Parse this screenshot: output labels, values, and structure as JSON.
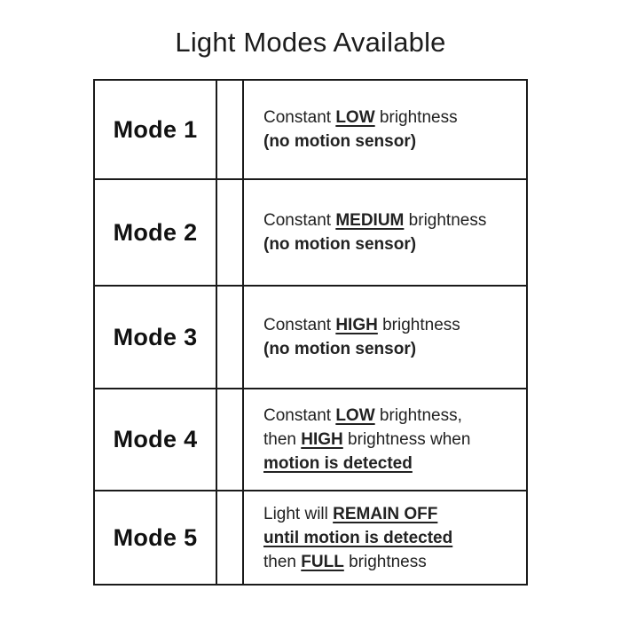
{
  "title": "Light Modes Available",
  "colors": {
    "border": "#1a1a1a",
    "text": "#1d1d1d",
    "background": "#ffffff"
  },
  "table": {
    "rows": [
      {
        "mode": "Mode 1",
        "lines": [
          {
            "parts": [
              {
                "text": "Constant ",
                "style": "regular"
              },
              {
                "text": "LOW",
                "style": "bold-underline"
              },
              {
                "text": " brightness",
                "style": "regular"
              }
            ]
          },
          {
            "parts": [
              {
                "text": "(no motion sensor)",
                "style": "bold"
              }
            ]
          }
        ]
      },
      {
        "mode": "Mode 2",
        "lines": [
          {
            "parts": [
              {
                "text": "Constant ",
                "style": "regular"
              },
              {
                "text": "MEDIUM",
                "style": "bold-underline"
              },
              {
                "text": " brightness",
                "style": "regular"
              }
            ]
          },
          {
            "parts": [
              {
                "text": "(no motion sensor)",
                "style": "bold"
              }
            ]
          }
        ]
      },
      {
        "mode": "Mode 3",
        "lines": [
          {
            "parts": [
              {
                "text": "Constant ",
                "style": "regular"
              },
              {
                "text": "HIGH",
                "style": "bold-underline"
              },
              {
                "text": " brightness",
                "style": "regular"
              }
            ]
          },
          {
            "parts": [
              {
                "text": "(no motion sensor)",
                "style": "bold"
              }
            ]
          }
        ]
      },
      {
        "mode": "Mode 4",
        "lines": [
          {
            "parts": [
              {
                "text": "Constant ",
                "style": "regular"
              },
              {
                "text": "LOW",
                "style": "bold-underline"
              },
              {
                "text": " brightness,",
                "style": "regular"
              }
            ]
          },
          {
            "parts": [
              {
                "text": "then ",
                "style": "regular"
              },
              {
                "text": "HIGH",
                "style": "bold-underline"
              },
              {
                "text": " brightness when",
                "style": "regular"
              }
            ]
          },
          {
            "parts": [
              {
                "text": "motion is detected",
                "style": "bold-underline"
              }
            ]
          }
        ]
      },
      {
        "mode": "Mode 5",
        "lines": [
          {
            "parts": [
              {
                "text": "Light will ",
                "style": "regular"
              },
              {
                "text": "REMAIN OFF",
                "style": "bold-underline"
              }
            ]
          },
          {
            "parts": [
              {
                "text": "until motion is detected",
                "style": "bold-underline"
              }
            ]
          },
          {
            "parts": [
              {
                "text": "then ",
                "style": "regular"
              },
              {
                "text": "FULL",
                "style": "bold-underline"
              },
              {
                "text": " brightness",
                "style": "regular"
              }
            ]
          }
        ]
      }
    ]
  }
}
